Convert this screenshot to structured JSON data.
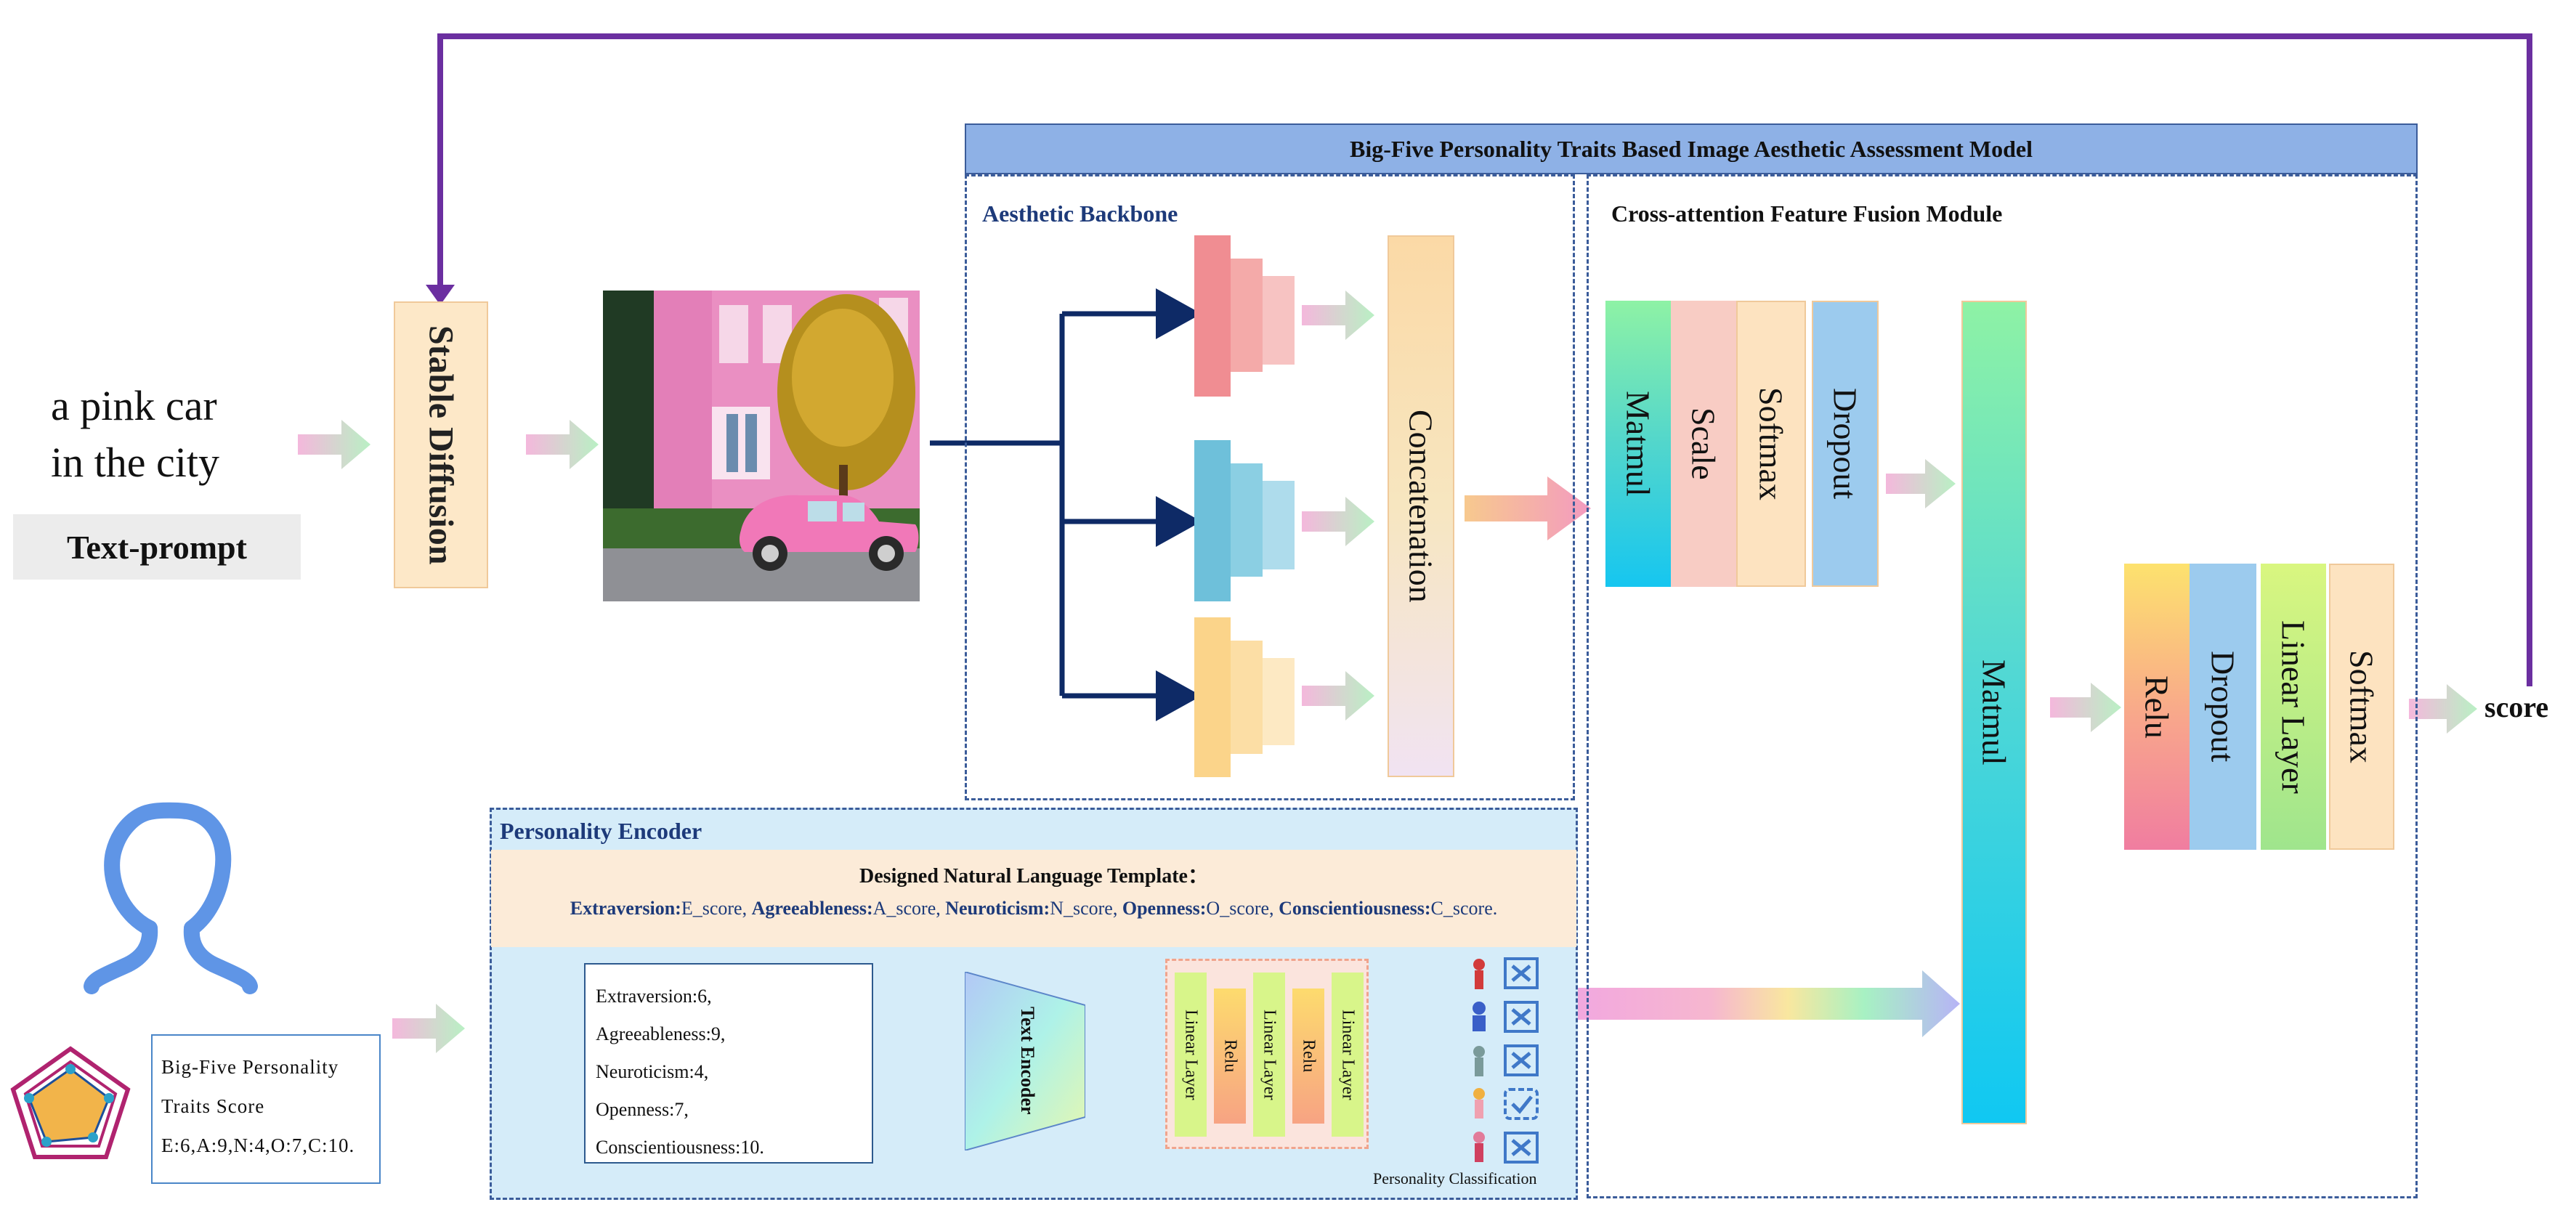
{
  "prompt": {
    "line1": "a pink car",
    "line2": "in the city",
    "label": "Text-prompt"
  },
  "stable_diffusion": "Stable Diffusion",
  "model_title": "Big-Five Personality Traits Based Image Aesthetic Assessment Model",
  "backbone": {
    "title": "Aesthetic Backbone",
    "concat": "Concatenation"
  },
  "cross_attention": {
    "title": "Cross-attention Feature Fusion Module",
    "blocks": [
      "Matmul",
      "Scale",
      "Softmax",
      "Dropout"
    ],
    "matmul2": "Matmul"
  },
  "head": {
    "blocks": [
      "Relu",
      "Dropout",
      "Linear Layer",
      "Softmax"
    ]
  },
  "output": "score",
  "personality_encoder": {
    "title": "Personality Encoder",
    "template_title": "Designed Natural Language Template：",
    "template_items": [
      {
        "name": "Extraversion:",
        "value": "E_score, "
      },
      {
        "name": "Agreeableness:",
        "value": "A_score, "
      },
      {
        "name": "Neuroticism:",
        "value": "N_score, "
      },
      {
        "name": "Openness:",
        "value": "O_score, "
      },
      {
        "name": "Conscientiousness:",
        "value": "C_score."
      }
    ],
    "scores": [
      "Extraversion:6,",
      "Agreeableness:9,",
      "Neuroticism:4,",
      "Openness:7,",
      "Conscientiousness:10."
    ],
    "text_encoder": "Text Encoder",
    "mlp": [
      "Linear Layer",
      "Relu",
      "Linear Layer",
      "Relu",
      "Linear Layer"
    ],
    "classification": "Personality Classification"
  },
  "traits_box": {
    "line1": "Big-Five Personality",
    "line2": "Traits Score",
    "line3": "E:6,A:9,N:4,O:7,C:10."
  },
  "colors": {
    "feedback": "#6b2fa0",
    "navy": "#0e2a66",
    "dash": "#3b5c9a",
    "header": "#8eb1e6"
  }
}
